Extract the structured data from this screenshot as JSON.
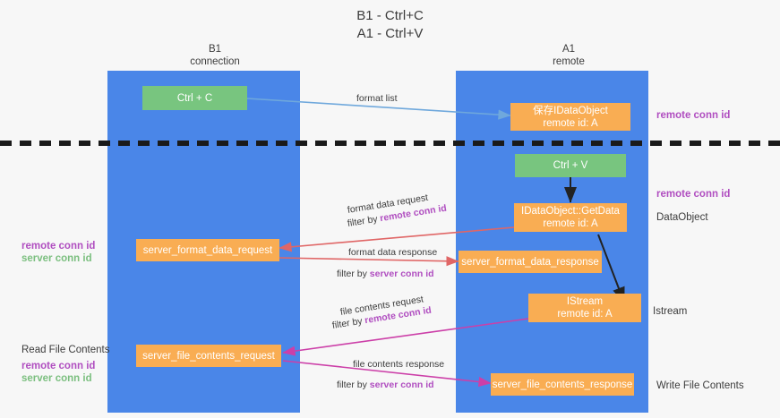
{
  "title": {
    "line1": "B1 - Ctrl+C",
    "line2": "A1 - Ctrl+V"
  },
  "columns": [
    {
      "name": "B1",
      "sub": "connection"
    },
    {
      "name": "A1",
      "sub": "remote"
    }
  ],
  "colors": {
    "lane": "#4a86e8",
    "node_green": "#78c57f",
    "node_orange": "#f9ad53",
    "purple": "#b04ec0",
    "green_text": "#7bbf7f",
    "arrow_blue": "#6fa8dc",
    "arrow_red": "#e06666",
    "arrow_magenta": "#cc3fa8",
    "arrow_black": "#222222",
    "background": "#f7f7f7"
  },
  "nodes": {
    "ctrl_c": "Ctrl + C",
    "save_idataobject_line1": "保存IDataObject",
    "save_idataobject_line2": "remote id: A",
    "ctrl_v": "Ctrl + V",
    "getdata_line1": "IDataObject::GetData",
    "getdata_line2": "remote id: A",
    "server_format_data_request": "server_format_data_request",
    "server_format_data_response": "server_format_data_response",
    "istream_line1": "IStream",
    "istream_line2": "remote id: A",
    "server_file_contents_request": "server_file_contents_request",
    "server_file_contents_response": "server_file_contents_response"
  },
  "right_labels": {
    "remote_conn_id_top": "remote conn id",
    "remote_conn_id_mid": "remote conn id",
    "dataobject": "DataObject",
    "istream": "Istream",
    "write_file_contents": "Write File Contents"
  },
  "left_labels": {
    "remote_conn_id": "remote conn id",
    "server_conn_id": "server conn id",
    "read_file_contents": "Read File Contents",
    "remote_conn_id_2": "remote conn id",
    "server_conn_id_2": "server conn id"
  },
  "edge_labels": {
    "format_list": "format list",
    "format_data_request": "format data request",
    "format_data_request_filter_prefix": "filter by ",
    "format_data_request_filter_key": "remote conn id",
    "format_data_response": "format data response",
    "format_data_response_filter_prefix": "filter by ",
    "format_data_response_filter_key": "server conn id",
    "file_contents_request": "file contents request",
    "file_contents_request_filter_prefix": "filter by ",
    "file_contents_request_filter_key": "remote conn id",
    "file_contents_response": "file contents response",
    "file_contents_response_filter_prefix": "filter by ",
    "file_contents_response_filter_key": "server conn id"
  }
}
